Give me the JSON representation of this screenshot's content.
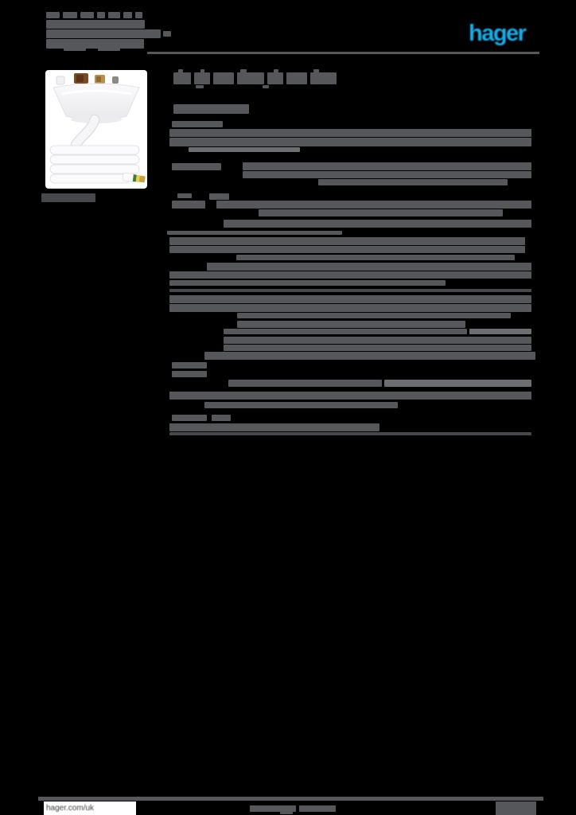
{
  "brand": {
    "logo_text": "hager",
    "logo_color": "#18ACE8"
  },
  "footer": {
    "website": "hager.com/uk"
  },
  "colors": {
    "g": "#56575B",
    "l": "#6C6E72",
    "d": "#47484C",
    "page_bg": "#000000"
  },
  "photo": {
    "description": "white-connection-unit-with-coiled-flex",
    "plate": "#f5f5f8",
    "terminal_brown": "#7a4a23",
    "terminal_brass": "#b98f4a",
    "screw_gray": "#8a8a8e",
    "earth_green": "#3e7d35",
    "earth_yellow": "#e5d34b",
    "sheath_tip": "#c7a144"
  },
  "redactions": {
    "header": [
      [
        58,
        15,
        17,
        8
      ],
      [
        79,
        15,
        18,
        8
      ],
      [
        101,
        15,
        17,
        8
      ],
      [
        122,
        15,
        10,
        8
      ],
      [
        136,
        15,
        15,
        8
      ],
      [
        155,
        15,
        11,
        8
      ],
      [
        170,
        15,
        9,
        8
      ],
      [
        58,
        25,
        124,
        11
      ],
      [
        58,
        37,
        144,
        11
      ],
      [
        205,
        39,
        10,
        7
      ],
      [
        58,
        49,
        123,
        12
      ],
      [
        80,
        58,
        28,
        6
      ],
      [
        123,
        58,
        28,
        6
      ]
    ],
    "title": [
      [
        224,
        87,
        6,
        5
      ],
      [
        252,
        87,
        5,
        5
      ],
      [
        302,
        87,
        8,
        5
      ],
      [
        344,
        87,
        6,
        5
      ],
      [
        394,
        87,
        7,
        5
      ],
      [
        218,
        91,
        22,
        15
      ],
      [
        244,
        91,
        20,
        15
      ],
      [
        268,
        91,
        26,
        15
      ],
      [
        298,
        91,
        34,
        15
      ],
      [
        336,
        91,
        20,
        15
      ],
      [
        360,
        91,
        26,
        15
      ],
      [
        390,
        91,
        33,
        15
      ],
      [
        246,
        107,
        10,
        4
      ],
      [
        330,
        107,
        8,
        4
      ],
      [
        218,
        131,
        95,
        12
      ]
    ],
    "caption": [
      [
        52,
        243,
        68,
        11,
        "d"
      ]
    ],
    "table": [
      [
        216,
        152,
        64,
        8
      ],
      [
        213,
        162,
        455,
        10
      ],
      [
        213,
        173,
        455,
        11
      ],
      [
        237,
        185,
        140,
        6,
        "l"
      ],
      [
        216,
        205,
        62,
        9
      ],
      [
        305,
        204,
        363,
        10
      ],
      [
        305,
        215,
        363,
        9
      ],
      [
        400,
        225,
        238,
        8
      ],
      [
        223,
        243,
        18,
        6
      ],
      [
        263,
        243,
        25,
        8
      ],
      [
        216,
        252,
        42,
        10
      ],
      [
        272,
        252,
        396,
        10
      ],
      [
        325,
        263,
        307,
        9
      ],
      [
        281,
        276,
        387,
        10
      ],
      [
        210,
        290,
        220,
        5
      ],
      [
        213,
        298,
        447,
        10
      ],
      [
        213,
        309,
        447,
        9
      ],
      [
        297,
        320,
        350,
        7
      ],
      [
        260,
        330,
        408,
        10
      ],
      [
        213,
        341,
        455,
        9
      ],
      [
        213,
        352,
        347,
        7
      ],
      [
        213,
        363,
        455,
        4,
        "d"
      ],
      [
        213,
        371,
        455,
        10
      ],
      [
        213,
        382,
        455,
        10
      ],
      [
        298,
        393,
        344,
        7
      ],
      [
        298,
        403,
        287,
        9
      ],
      [
        281,
        413,
        306,
        7
      ],
      [
        590,
        413,
        78,
        7,
        "l"
      ],
      [
        281,
        423,
        387,
        9
      ],
      [
        281,
        433,
        387,
        8
      ],
      [
        257,
        442,
        416,
        10
      ],
      [
        216,
        455,
        44,
        8
      ],
      [
        216,
        466,
        44,
        8
      ],
      [
        287,
        477,
        193,
        9
      ],
      [
        483,
        477,
        185,
        9,
        "l"
      ],
      [
        213,
        492,
        455,
        10
      ],
      [
        257,
        505,
        243,
        8
      ],
      [
        216,
        521,
        44,
        8
      ],
      [
        266,
        521,
        24,
        8
      ],
      [
        213,
        532,
        264,
        10
      ],
      [
        213,
        543,
        455,
        4,
        "d"
      ]
    ],
    "footer_center": [
      [
        314,
        1012,
        58,
        8
      ],
      [
        376,
        1012,
        46,
        8
      ],
      [
        352,
        1019,
        16,
        4
      ]
    ]
  }
}
